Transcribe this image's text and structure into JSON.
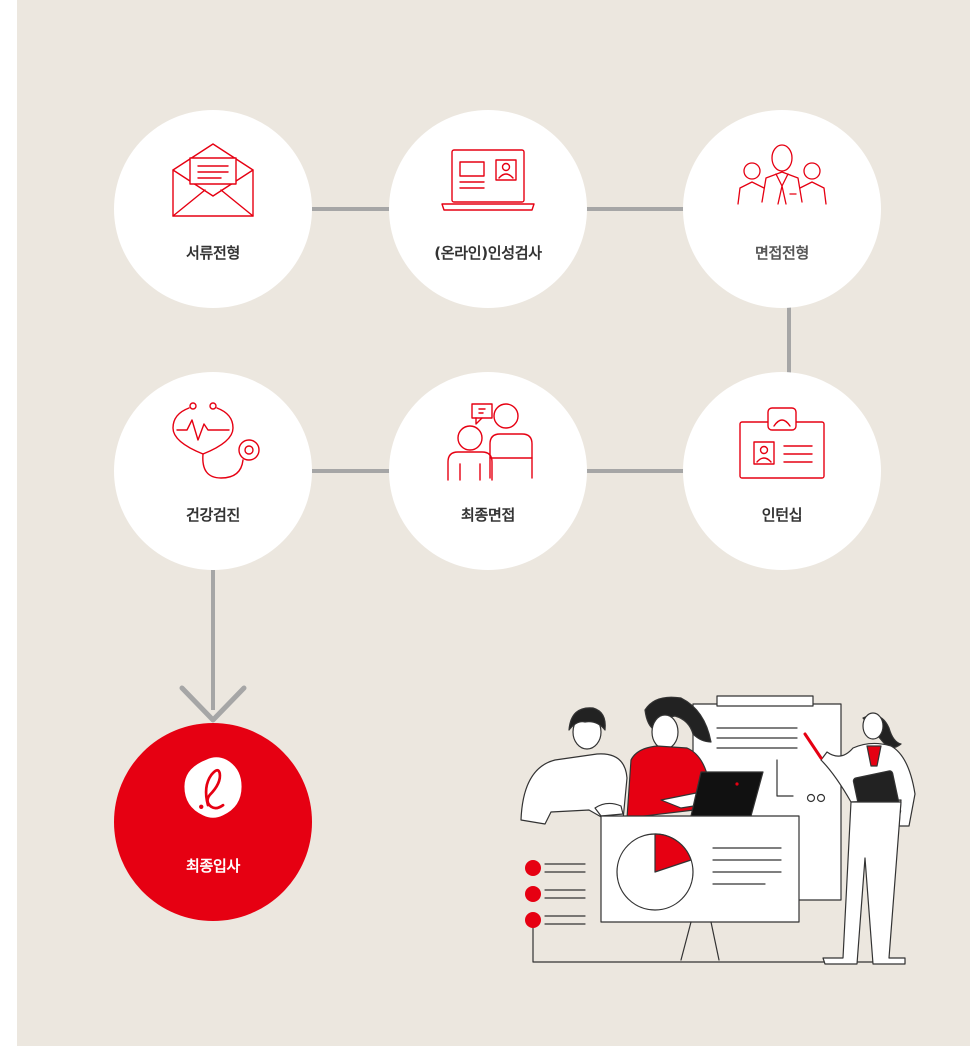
{
  "process": {
    "steps": [
      {
        "label": "서류전형",
        "icon": "envelope-document-icon"
      },
      {
        "label": "(온라인)인성검사",
        "icon": "laptop-profile-icon"
      },
      {
        "label": "면접전형",
        "icon": "interview-group-icon"
      },
      {
        "label": "인턴십",
        "icon": "id-badge-icon"
      },
      {
        "label": "최종면접",
        "icon": "final-interview-icon"
      },
      {
        "label": "건강검진",
        "icon": "stethoscope-icon"
      }
    ],
    "final": {
      "label": "최종입사",
      "icon": "lotte-logo-icon"
    }
  },
  "colors": {
    "background": "#ece7df",
    "accent": "#e60012",
    "connector": "#a6a6a6",
    "circle": "#ffffff"
  },
  "illustration": {
    "icon": "business-meeting-illustration"
  }
}
